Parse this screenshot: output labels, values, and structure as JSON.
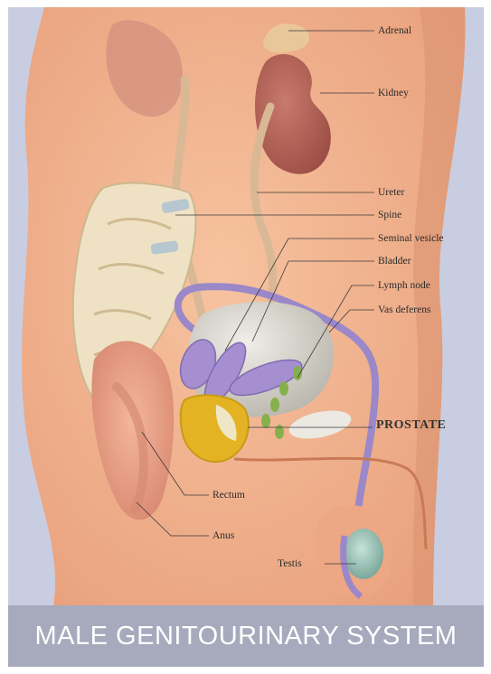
{
  "caption": "MALE GENITOURINARY SYSTEM",
  "labels": {
    "adrenal": "Adrenal",
    "kidney": "Kidney",
    "ureter": "Ureter",
    "spine": "Spine",
    "seminal_vesicle": "Seminal vesicle",
    "bladder": "Bladder",
    "lymph_node": "Lymph node",
    "vas_deferens": "Vas deferens",
    "prostate": "PROSTATE",
    "rectum": "Rectum",
    "anus": "Anus",
    "testis": "Testis"
  },
  "colors": {
    "background": "#c9cde1",
    "skin": "#f2b48f",
    "kidney": "#b8665a",
    "bladder": "#d8d5cc",
    "vessel": "#9b88c9",
    "prostate": "#e3b323",
    "lymph": "#7fa84a",
    "testis": "#9ec8b8",
    "caption_bar": "#a7aabd"
  }
}
